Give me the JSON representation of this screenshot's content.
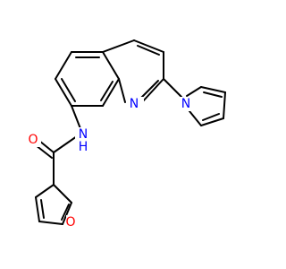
{
  "molecule": {
    "atoms": {
      "quinoline_N": "N",
      "pyrrole_N": "N",
      "amide_N": "N",
      "amide_H": "H",
      "carbonyl_O": "O",
      "furan_O": "O"
    },
    "colors": {
      "nitrogen": "#0000ff",
      "oxygen": "#ff0000",
      "bond": "#000000",
      "background": "#ffffff"
    }
  }
}
